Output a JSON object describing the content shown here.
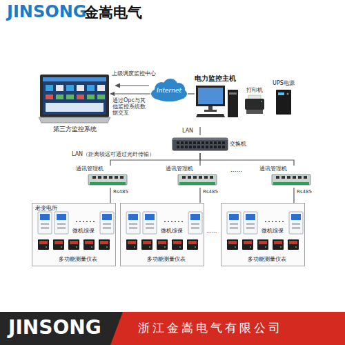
{
  "diagram": {
    "nodes": [
      {
        "text": [
          "第三方监控系统"
        ]
      },
      {
        "text": [
          "Internet"
        ]
      },
      {
        "text": [
          "电力监控主机"
        ]
      },
      {
        "text": [
          "打印机"
        ]
      },
      {
        "text": [
          "UPS电源"
        ]
      },
      {
        "text": [
          "交换机"
        ]
      },
      {
        "text": [
          "通讯管理机"
        ]
      },
      {
        "text": [
          "通讯管理机"
        ]
      },
      {
        "text": [
          "通讯管理机"
        ]
      },
      {
        "text": [
          "老变电所",
          "微机综保",
          "多功能测量仪表"
        ]
      },
      {
        "text": [
          "微机综保",
          "多功能测量仪表"
        ]
      },
      {
        "text": [
          "微机综保",
          "多功能测量仪表"
        ]
      }
    ],
    "edges": [
      {
        "from": 1,
        "to": 0,
        "arrow": "to",
        "label": "通过Opc与其他监控系统数据交互"
      },
      {
        "from": 1,
        "to": 2,
        "arrow": "none"
      },
      {
        "from": 5,
        "to": 2,
        "arrow": "none"
      },
      {
        "from": 5,
        "to": 6,
        "arrow": "none"
      },
      {
        "from": 5,
        "to": 7,
        "arrow": "none"
      },
      {
        "from": 5,
        "to": 8,
        "arrow": "none"
      },
      {
        "from": 6,
        "to": 9,
        "arrow": "none",
        "label": "Rs485"
      },
      {
        "from": 7,
        "to": 10,
        "arrow": "none",
        "label": "Rs485"
      },
      {
        "from": 8,
        "to": 11,
        "arrow": "none",
        "label": "Rs485"
      }
    ],
    "labels": [
      "JINSONG",
      "金嵩电气",
      "上级调度监控中心",
      "LAN",
      "LAN（距离较远可通过光纤传输）",
      "......",
      "......",
      "JINSONG",
      "浙江金嵩电气有限公司"
    ]
  }
}
